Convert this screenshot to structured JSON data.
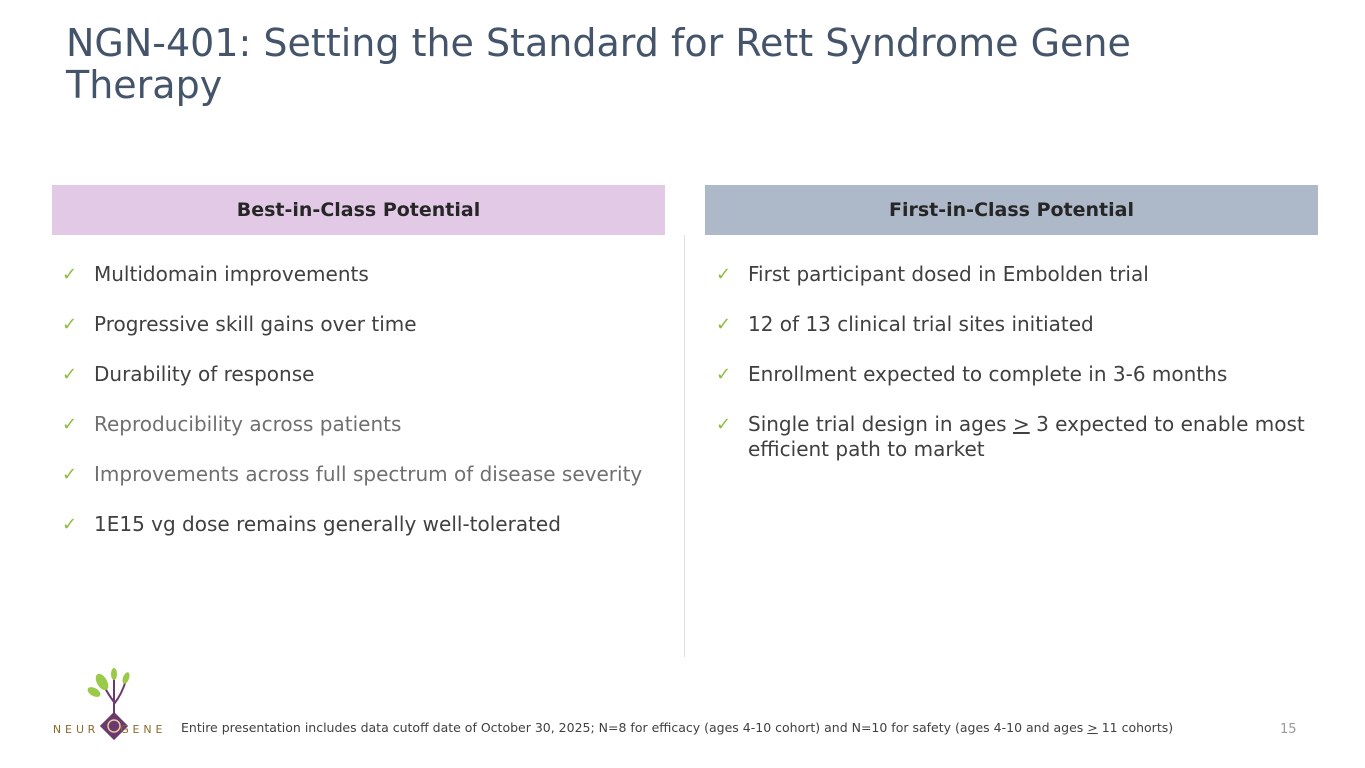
{
  "slide": {
    "title": "NGN-401: Setting the Standard for Rett Syndrome Gene Therapy",
    "page_number": "15"
  },
  "left_column": {
    "header": "Best-in-Class Potential",
    "header_color": "#e2c9e6",
    "items": [
      "Multidomain improvements",
      "Progressive skill gains over time",
      "Durability of response",
      "Reproducibility across patients",
      "Improvements across full spectrum of disease severity",
      "1E15 vg dose remains generally well-tolerated"
    ]
  },
  "right_column": {
    "header": "First-in-Class Potential",
    "header_color": "#adb8c9",
    "items": [
      "First participant dosed in Embolden trial",
      "12 of 13 clinical trial sites initiated",
      "Enrollment expected to complete in 3-6 months"
    ],
    "item4_pre": "Single trial design in ages ",
    "item4_sym": ">",
    "item4_post": " 3 expected to enable most efficient path to market"
  },
  "footer": {
    "logo_letters": [
      "N",
      "E",
      "U",
      "R",
      "G",
      "E",
      "N",
      "E"
    ],
    "note_pre": "Entire presentation includes data cutoff date of October 30, 2025; N=8 for efficacy (ages 4-10 cohort) and N=10 for safety (ages 4-10 and ages ",
    "note_sym": ">",
    "note_post": " 11 cohorts)"
  },
  "icons": {
    "bullet": "checkmark-icon",
    "check_color": "#8cbd3f"
  }
}
